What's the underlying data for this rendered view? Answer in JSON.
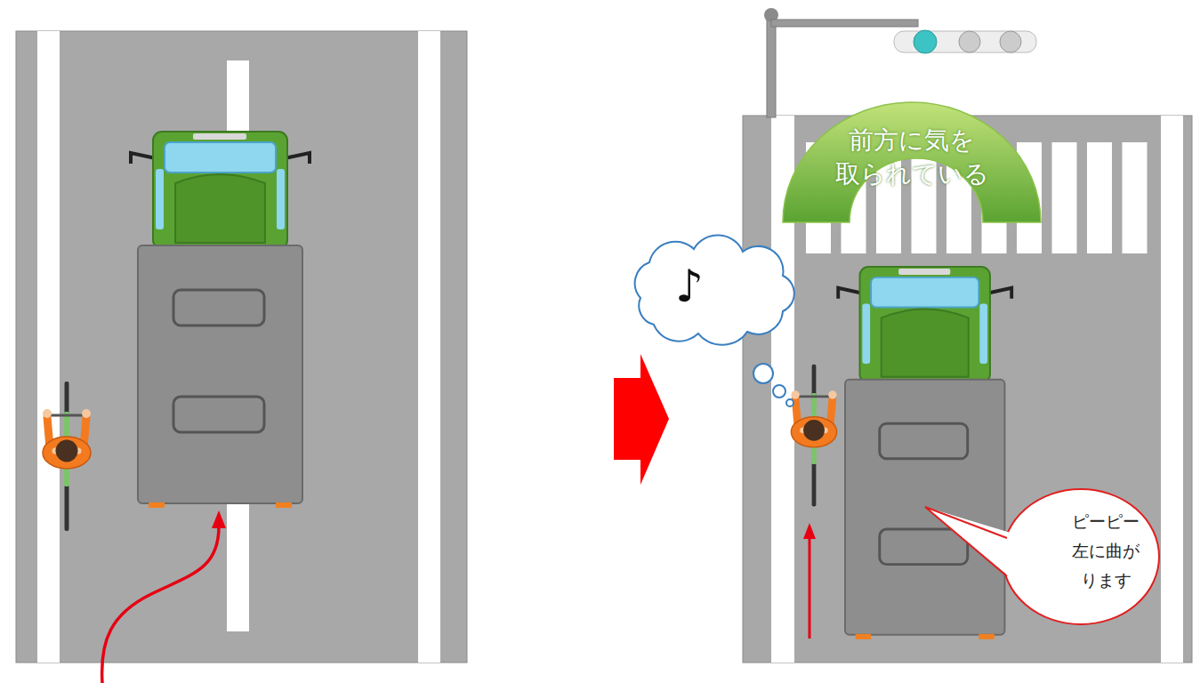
{
  "diagram": {
    "nodes": [
      {
        "text": [
          "前方に気を 取られている"
        ]
      },
      {
        "text": [
          "♪"
        ]
      },
      {
        "text": [
          "ピーピー 左に曲が ります"
        ]
      }
    ]
  }
}
